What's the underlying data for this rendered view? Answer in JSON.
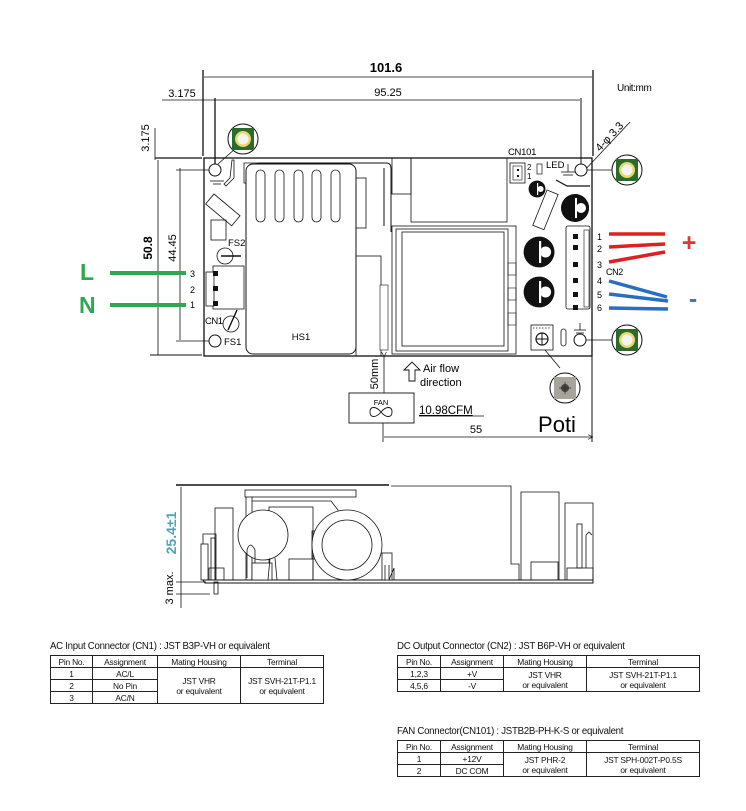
{
  "unit_label": "Unit:mm",
  "top_view": {
    "dims": {
      "overall_length": "101.6",
      "hole_spacing_length": "95.25",
      "hole_offset_x": "3.175",
      "hole_offset_y": "3.175",
      "overall_width": "50.8",
      "hole_spacing_width": "44.45",
      "hole_callout": "4-φ 3.3",
      "fan_distance": "50mm",
      "fan_offset": "55"
    },
    "labels": {
      "cn101": "CN101",
      "cn101_pins": [
        "2",
        "1"
      ],
      "led": "LED",
      "fs2": "FS2",
      "fs1": "FS1",
      "cn1": "CN1",
      "cn1_pins": [
        "3",
        "2",
        "1"
      ],
      "hs1": "HS1",
      "cn2": "CN2",
      "cn2_pins": [
        "1",
        "2",
        "3",
        "4",
        "5",
        "6"
      ],
      "air_flow": [
        "Air flow",
        "direction"
      ],
      "fan": "FAN",
      "cfm": "10.98CFM",
      "poti": "Poti"
    },
    "wiring": {
      "line_label": "L",
      "neutral_label": "N",
      "plus_label": "+",
      "minus_label": "-",
      "ac_color": "#2fa84f",
      "positive_color": "#e02020",
      "negative_color": "#2a6fbf",
      "mount_pad_color": "#2d6a2d"
    }
  },
  "side_view": {
    "height_dim": "25.4±1",
    "pin_dim": "3 max.",
    "height_dim_color": "#4fa3b8"
  },
  "tables": {
    "ac_input": {
      "title": "AC Input Connector (CN1) : JST B3P-VH or equivalent",
      "headers": [
        "Pin No.",
        "Assignment",
        "Mating Housing",
        "Terminal"
      ],
      "rows": [
        {
          "pin": "1",
          "assignment": "AC/L"
        },
        {
          "pin": "2",
          "assignment": "No Pin"
        },
        {
          "pin": "3",
          "assignment": "AC/N"
        }
      ],
      "housing": [
        "JST VHR",
        "or equivalent"
      ],
      "terminal": [
        "JST SVH-21T-P1.1",
        "or equivalent"
      ]
    },
    "dc_output": {
      "title": "DC Output Connector (CN2) : JST B6P-VH or equivalent",
      "headers": [
        "Pin No.",
        "Assignment",
        "Mating Housing",
        "Terminal"
      ],
      "rows": [
        {
          "pin": "1,2,3",
          "assignment": "+V"
        },
        {
          "pin": "4,5,6",
          "assignment": "-V"
        }
      ],
      "housing": [
        "JST VHR",
        "or equivalent"
      ],
      "terminal": [
        "JST SVH-21T-P1.1",
        "or equivalent"
      ]
    },
    "fan": {
      "title": "FAN Connector(CN101) :  JSTB2B-PH-K-S or equivalent",
      "headers": [
        "Pin No.",
        "Assignment",
        "Mating Housing",
        "Terminal"
      ],
      "rows": [
        {
          "pin": "1",
          "assignment": "+12V"
        },
        {
          "pin": "2",
          "assignment": "DC COM"
        }
      ],
      "housing": [
        "JST PHR-2",
        "or equivalent"
      ],
      "terminal": [
        "JST SPH-002T-P0.5S",
        "or equivalent"
      ]
    }
  }
}
